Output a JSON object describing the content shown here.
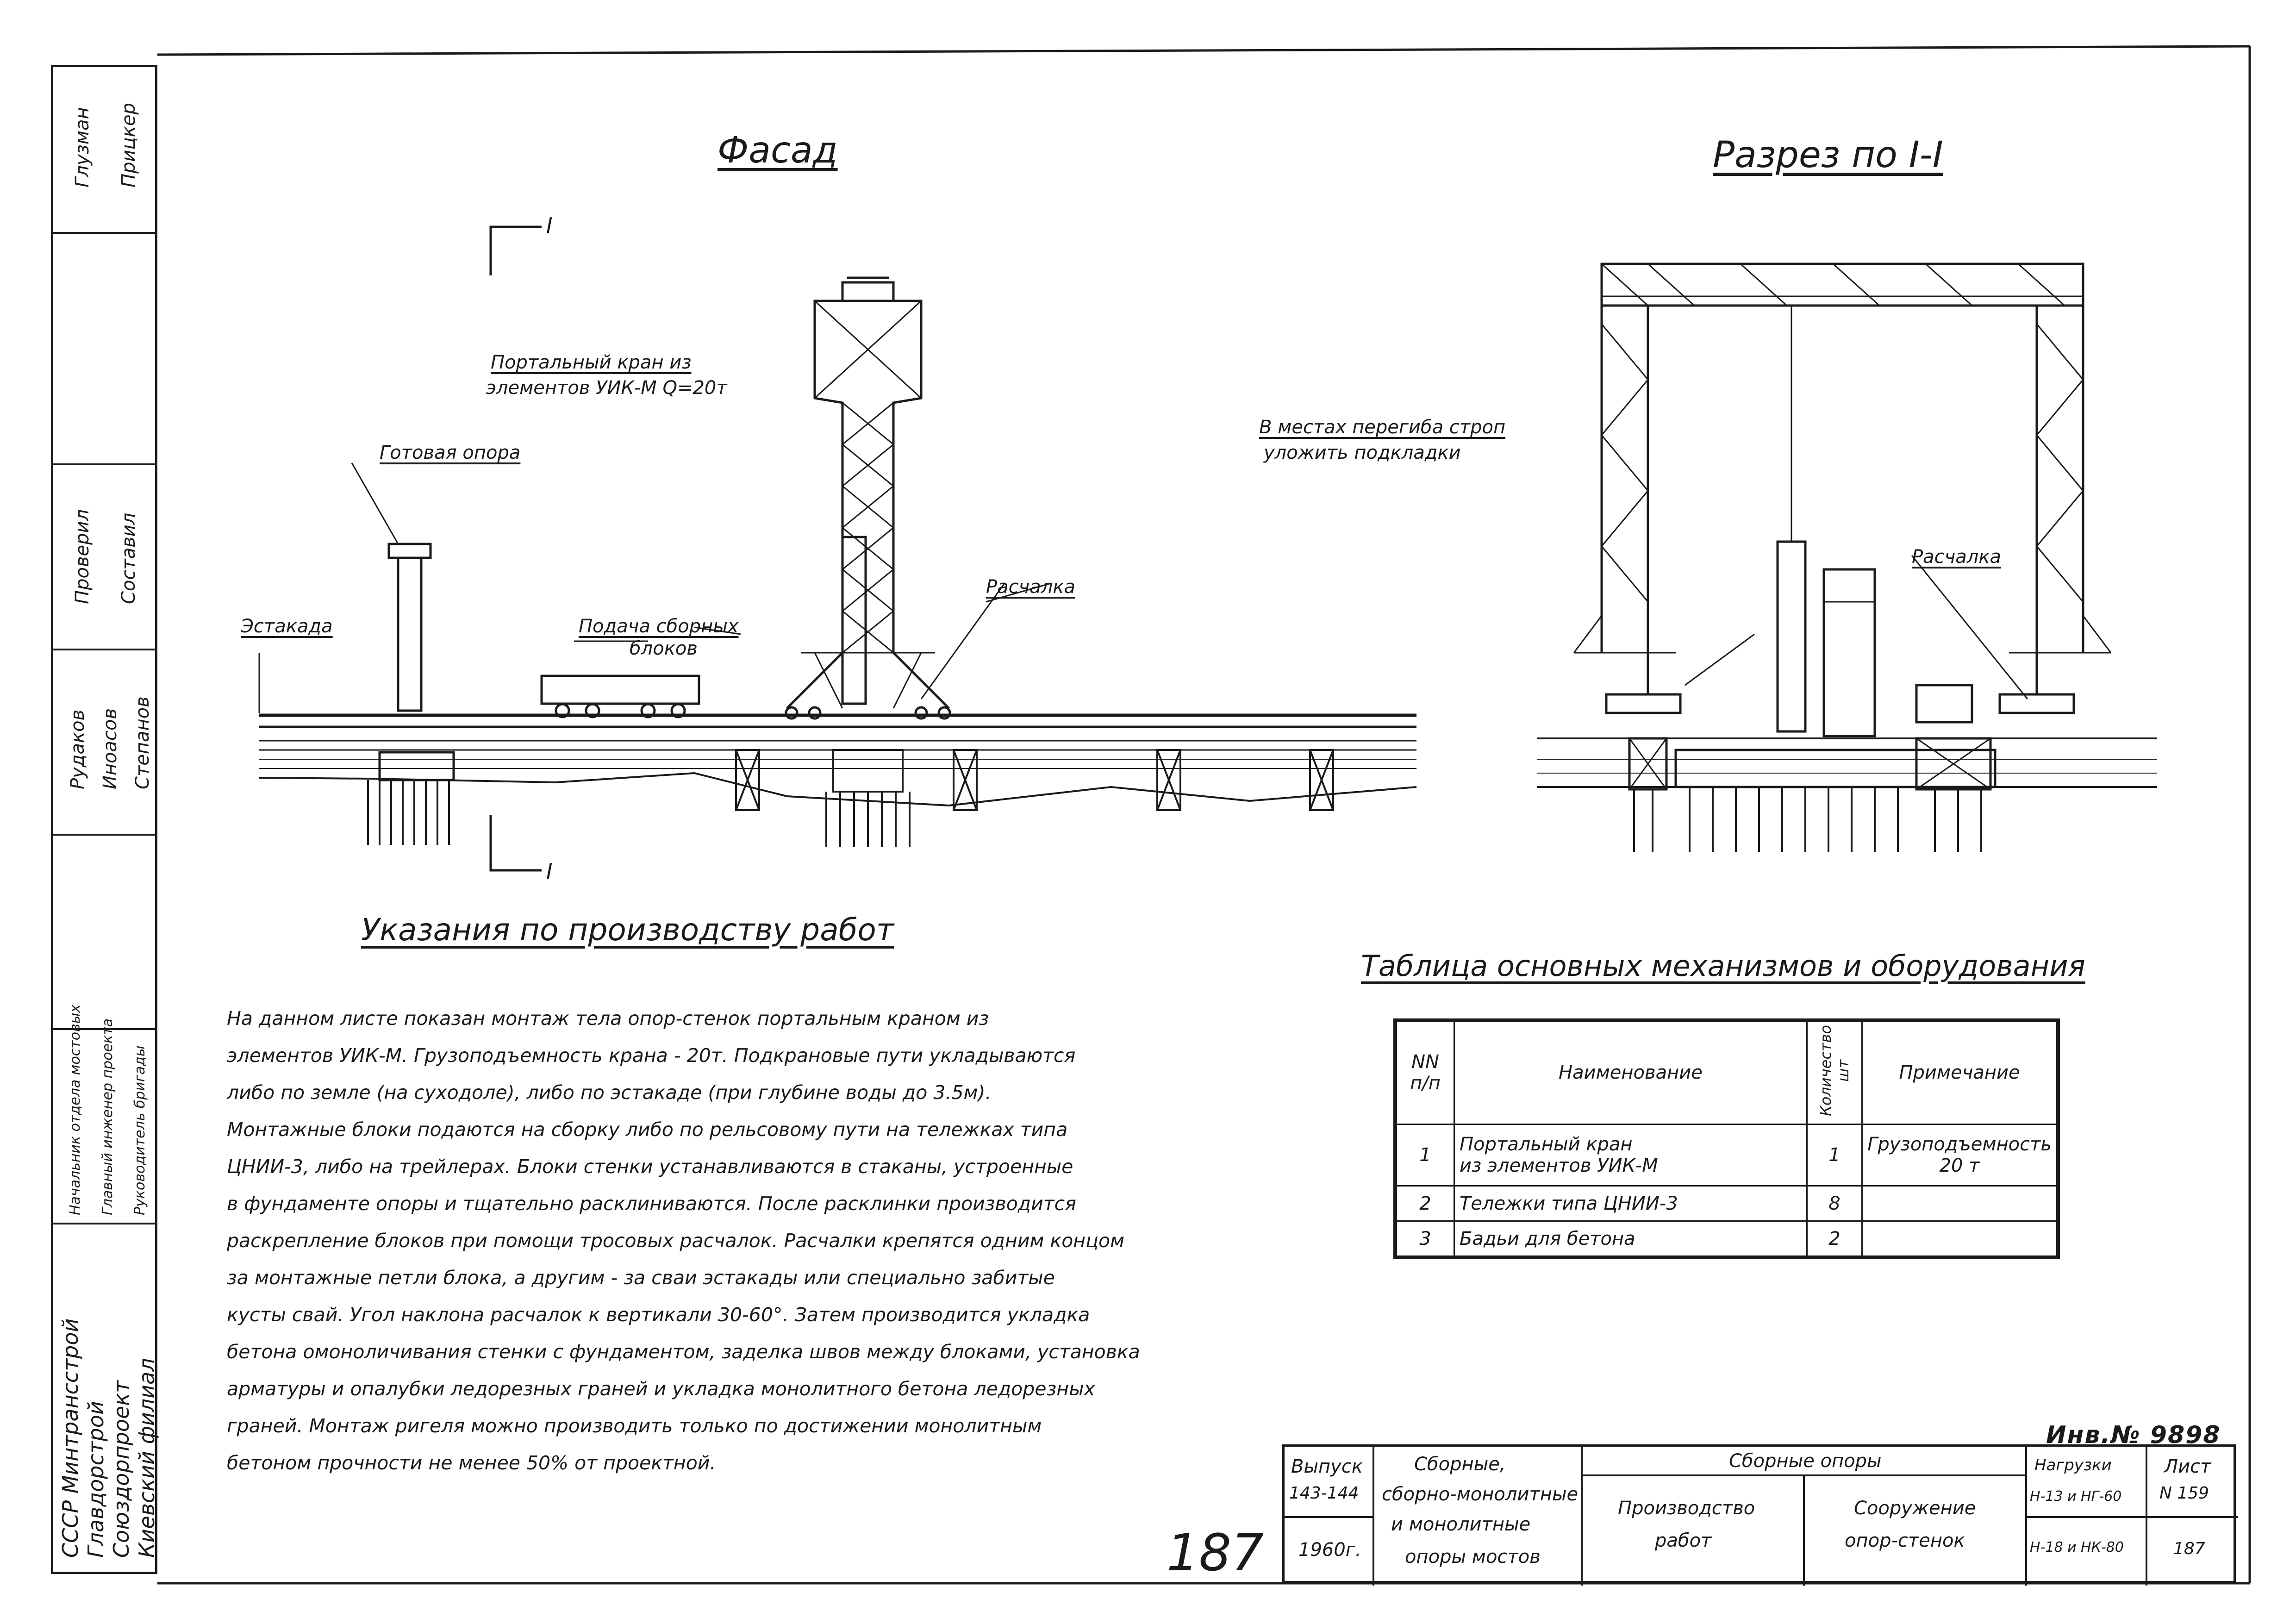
{
  "drawing": {
    "facade_title": "Фасад",
    "section_title": "Разрез по I-I",
    "section_mark_top": "I",
    "section_mark_bottom": "I",
    "labels": {
      "portal_crane": [
        "Портальный кран из",
        "элементов УИК-М Q=20т"
      ],
      "ready_support": "Готовая опора",
      "estakada": "Эстакада",
      "block_feed": [
        "Подача сборных",
        "блоков"
      ],
      "guy_left": "Расчалка",
      "guy_right": "Расчалка",
      "bend_note": [
        "В местах перегиба строп",
        "уложить подкладки"
      ]
    }
  },
  "notes": {
    "title": "Указания по производству работ",
    "lines": [
      "На данном листе показан монтаж тела опор-стенок портальным краном из",
      "элементов УИК-М. Грузоподъемность крана - 20т. Подкрановые пути укладываются",
      "либо по земле (на суходоле), либо по эстакаде (при глубине воды до 3.5м).",
      "Монтажные блоки подаются на сборку либо по рельсовому пути на тележках типа",
      "ЦНИИ-3, либо на трейлерах. Блоки стенки устанавливаются в стаканы, устроенные",
      "в фундаменте опоры и тщательно расклиниваются. После расклинки производится",
      "раскрепление блоков при помощи тросовых расчалок. Расчалки крепятся одним концом",
      "за монтажные петли блока, а другим - за сваи эстакады или специально забитые",
      "кусты свай. Угол наклона расчалок к вертикали 30-60°. Затем производится укладка",
      "бетона омоноличивания стенки с фундаментом, заделка швов между блоками, установка",
      "арматуры и опалубки ледорезных граней и укладка монолитного бетона ледорезных",
      "граней. Монтаж ригеля можно производить только по достижении монолитным",
      "бетоном прочности не менее 50% от проектной."
    ]
  },
  "equipment_table": {
    "title": "Таблица основных механизмов и оборудования",
    "headers": {
      "num": "NN п/п",
      "name": "Наименование",
      "qty": "Количество шт",
      "note": "Примечание"
    },
    "rows": [
      {
        "num": "1",
        "name1": "Портальный кран",
        "name2": "из элементов УИК-М",
        "qty": "1",
        "note1": "Грузоподъемность",
        "note2": "20 т"
      },
      {
        "num": "2",
        "name1": "Тележки типа ЦНИИ-3",
        "name2": "",
        "qty": "8",
        "note1": "",
        "note2": ""
      },
      {
        "num": "3",
        "name1": "Бадьи для бетона",
        "name2": "",
        "qty": "2",
        "note1": "",
        "note2": ""
      }
    ]
  },
  "left_strip": {
    "names_top": [
      "Глузман",
      "Прицкер"
    ],
    "roles": [
      "Проверил",
      "Составил"
    ],
    "names_mid": [
      "Рудаков",
      "Иноасов",
      "Степанов"
    ],
    "positions": [
      "Начальник отдела мостовых",
      "Главный инженер проекта",
      "Руководитель бригады"
    ],
    "org": [
      "СССР Минтрансстрой",
      "Главдорстрой",
      "Союздорпроект",
      "Киевский филиал"
    ]
  },
  "title_block": {
    "issue_label": "Выпуск",
    "issue_value": "143-144",
    "year": "1960г.",
    "series": [
      "Сборные,",
      "сборно-монолитные",
      "и монолитные",
      "опоры мостов"
    ],
    "section_head": "Сборные опоры",
    "work": [
      "Производство",
      "работ"
    ],
    "structure": [
      "Сооружение",
      "опор-стенок"
    ],
    "loads_label": "Нагрузки",
    "loads": [
      "Н-13 и НГ-60",
      "Н-18 и НК-80"
    ],
    "sheet_label": "Лист",
    "sheet_value": "N 159",
    "sheet_sub": "187"
  },
  "stamp": "Инв.№ 9898",
  "page_number": "187"
}
